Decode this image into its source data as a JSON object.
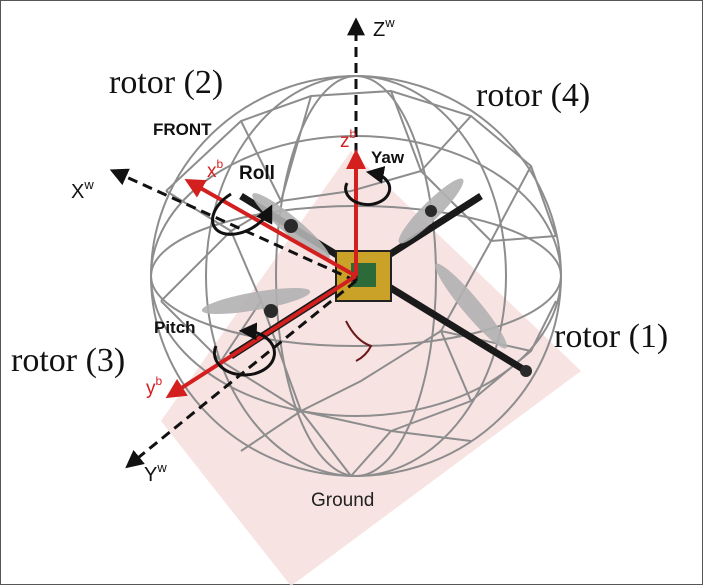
{
  "labels": {
    "rotor_1": "rotor (1)",
    "rotor_2": "rotor (2)",
    "rotor_3": "rotor (3)",
    "rotor_4": "rotor (4)",
    "front": "FRONT",
    "roll": "Roll",
    "pitch": "Pitch",
    "yaw": "Yaw",
    "ground": "Ground",
    "world_x": "X",
    "world_x_sup": "w",
    "world_y": "Y",
    "world_y_sup": "w",
    "world_z": "Z",
    "world_z_sup": "w",
    "body_x": "x",
    "body_x_sup": "b",
    "body_y": "y",
    "body_y_sup": "b",
    "body_z": "z",
    "body_z_sup": "b"
  },
  "colors": {
    "body_axis": "#d41f1f",
    "world_axis": "#111111",
    "ground": "#f6dada",
    "cage": "#8a8a8a",
    "frame": "#1a1a1a",
    "propeller": "#a9a9a9"
  },
  "icons": [
    "roll-rotation-arrow",
    "pitch-rotation-arrow",
    "yaw-rotation-arrow"
  ]
}
